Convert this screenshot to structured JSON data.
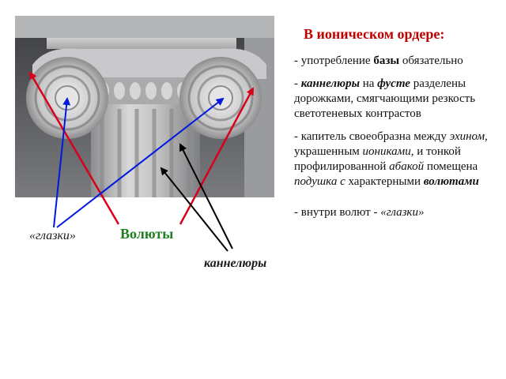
{
  "title": "В ионическом ордере:",
  "labels": {
    "glazki": "«глазки»",
    "volyuty": "Волюты",
    "kanneliury": "каннелюры"
  },
  "notes": {
    "n1": {
      "a": "- употребление ",
      "b": "базы",
      "c": " обязательно"
    },
    "n2": {
      "a": "- ",
      "b": "каннелюры",
      "c": " на ",
      "d": "фусте",
      "e": " разделены дорожками, смягчающими резкость светотеневых контрастов"
    },
    "n3": {
      "a": "- капитель своеобразна между ",
      "b": "эхином,",
      "c": " украшенным ",
      "d": "иониками,",
      "e": " и тонкой профилированной ",
      "f": "абакой",
      "g": " помещена ",
      "h": "подушка с",
      "i": " характерными ",
      "j": "волютами"
    },
    "n4": {
      "a": "- внутри волют - ",
      "b": "«глазки»"
    }
  },
  "colors": {
    "title": "#c00000",
    "volyuty_label": "#1f7f1f",
    "arrow_red": "#d9001b",
    "arrow_blue": "#0018e0",
    "arrow_black": "#000000"
  }
}
